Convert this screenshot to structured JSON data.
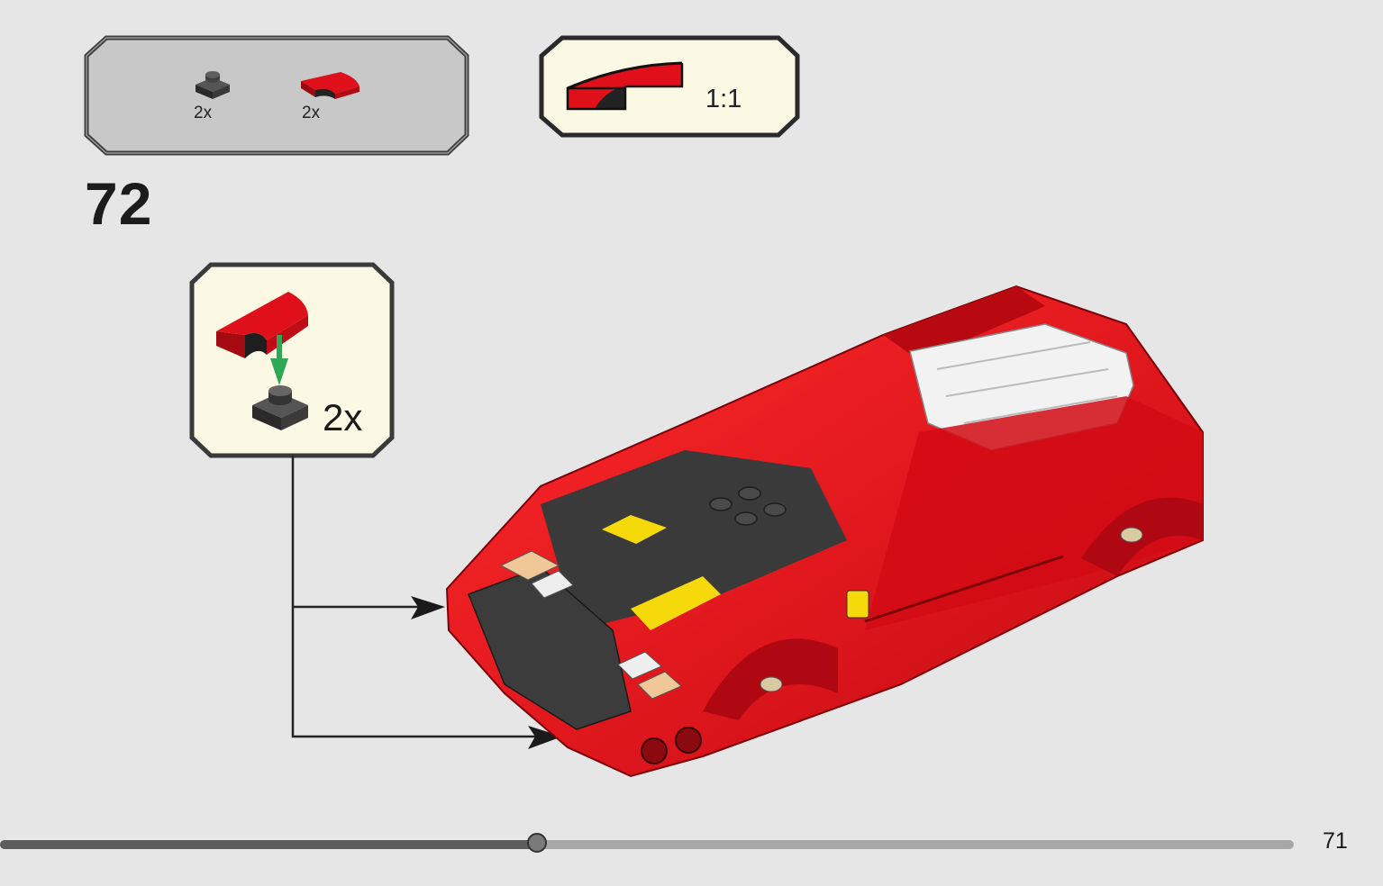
{
  "parts_list": {
    "items": [
      {
        "quantity": "2x",
        "icon": "dark-grey-plate-1x1-icon",
        "color": "#3a3a3a"
      },
      {
        "quantity": "2x",
        "icon": "red-curved-slope-icon",
        "color": "#e0101a"
      }
    ],
    "background": "#c8c8c8"
  },
  "scale_box": {
    "label": "1:1",
    "icon": "red-curved-slope-side-icon",
    "background": "#fbf8e4"
  },
  "step": {
    "number": "72"
  },
  "sub_assembly": {
    "quantity": "2x",
    "background": "#fbf8e4",
    "arrow_color": "#2fa855"
  },
  "model": {
    "body_color": "#e0101a",
    "engine_color": "#3a3a3a",
    "accent_color": "#f5d90a"
  },
  "footer": {
    "page_number": "71",
    "progress_fraction": 0.415
  }
}
